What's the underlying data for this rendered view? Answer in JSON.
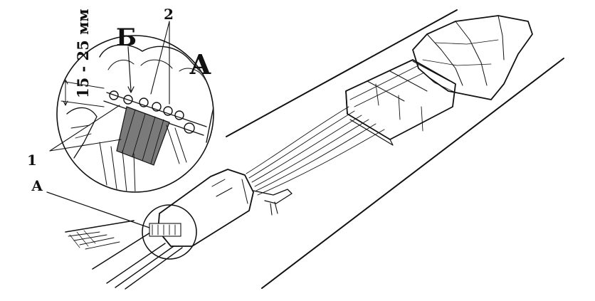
{
  "labels": {
    "measure": "15 - 25 мм",
    "b": "Б",
    "a_big": "А",
    "two": "2",
    "one": "1",
    "a_small": "А"
  },
  "colors": {
    "ink": "#111111",
    "paper": "#ffffff",
    "tint": "#7a7a7a"
  }
}
